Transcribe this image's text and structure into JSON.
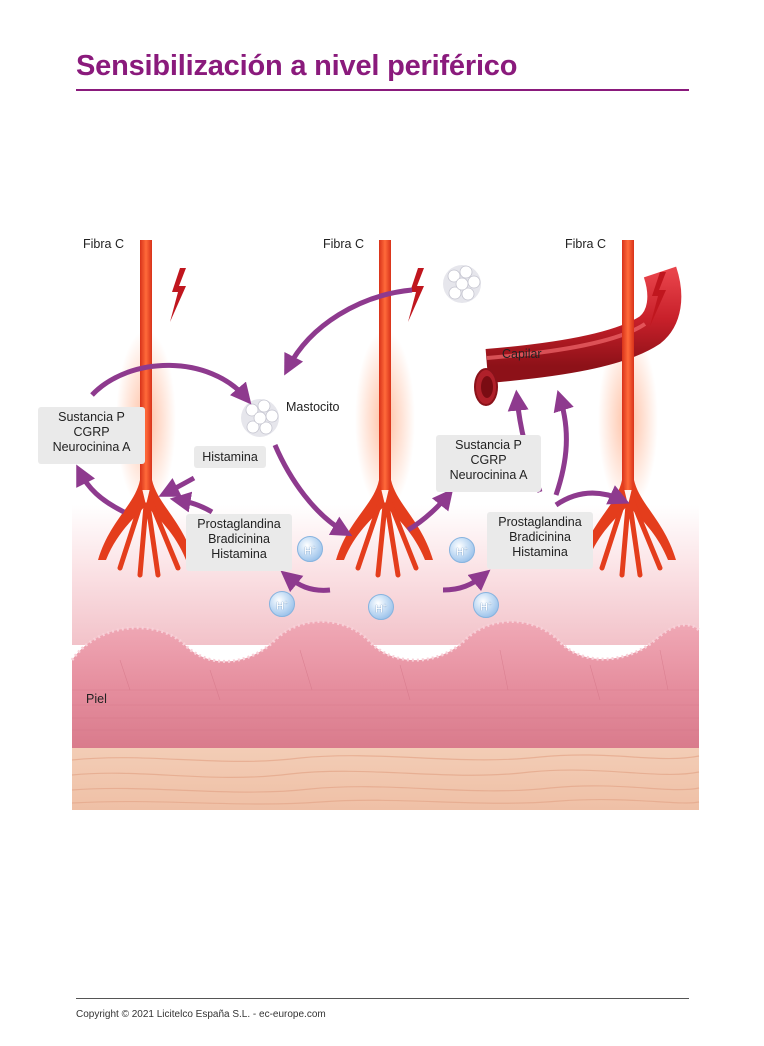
{
  "title": "Sensibilización a nivel periférico",
  "fibers": [
    "Fibra C",
    "Fibra C",
    "Fibra C"
  ],
  "labels": {
    "mastocito": "Mastocito",
    "capilar": "Capilar",
    "piel": "Piel",
    "histamina": "Histamina"
  },
  "box_left": [
    "Sustancia P",
    "CGRP",
    "Neurocinina A"
  ],
  "box_right": [
    "Sustancia P",
    "CGRP",
    "Neurocinina A"
  ],
  "box_prost_left": [
    "Prostaglandina",
    "Bradicinina",
    "Histamina"
  ],
  "box_prost_right": [
    "Prostaglandina",
    "Bradicinina",
    "Histamina"
  ],
  "ion": "H",
  "ion_sup": "+",
  "colors": {
    "title": "#8a1a7c",
    "fiber": "#e8401c",
    "arrow": "#8e3a8e",
    "skin": "#e7a0ac",
    "fat": "#f4d2bd"
  },
  "copyright": "Copyright © 2021 Licitelco España S.L. - ec-europe.com"
}
